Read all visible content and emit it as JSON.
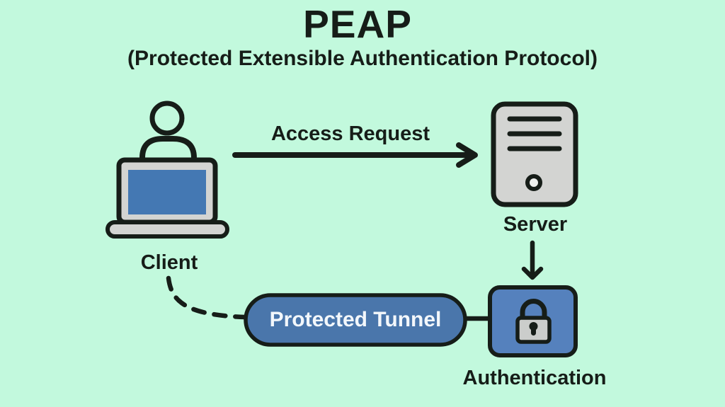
{
  "title": "PEAP",
  "subtitle": "(Protected Extensible Authentication Protocol)",
  "labels": {
    "access_request": "Access Request",
    "client": "Client",
    "server": "Server",
    "protected_tunnel": "Protected Tunnel",
    "authentication": "Authentication"
  },
  "icons": {
    "client": "user-at-laptop-icon",
    "server": "server-tower-icon",
    "authentication": "padlock-icon",
    "request_flow": "arrow-right-icon",
    "server_to_auth": "arrow-down-icon",
    "client_to_tunnel": "dashed-curve-connector"
  },
  "colors": {
    "background": "#c2f9dd",
    "ink": "#161d18",
    "device_gray": "#d3d4d2",
    "screen_blue": "#4478b3",
    "tunnel_blue": "#4a76ab",
    "auth_blue": "#5581bd",
    "lock_gray": "#cbcdcb",
    "tunnel_text": "#f3f7fb"
  }
}
